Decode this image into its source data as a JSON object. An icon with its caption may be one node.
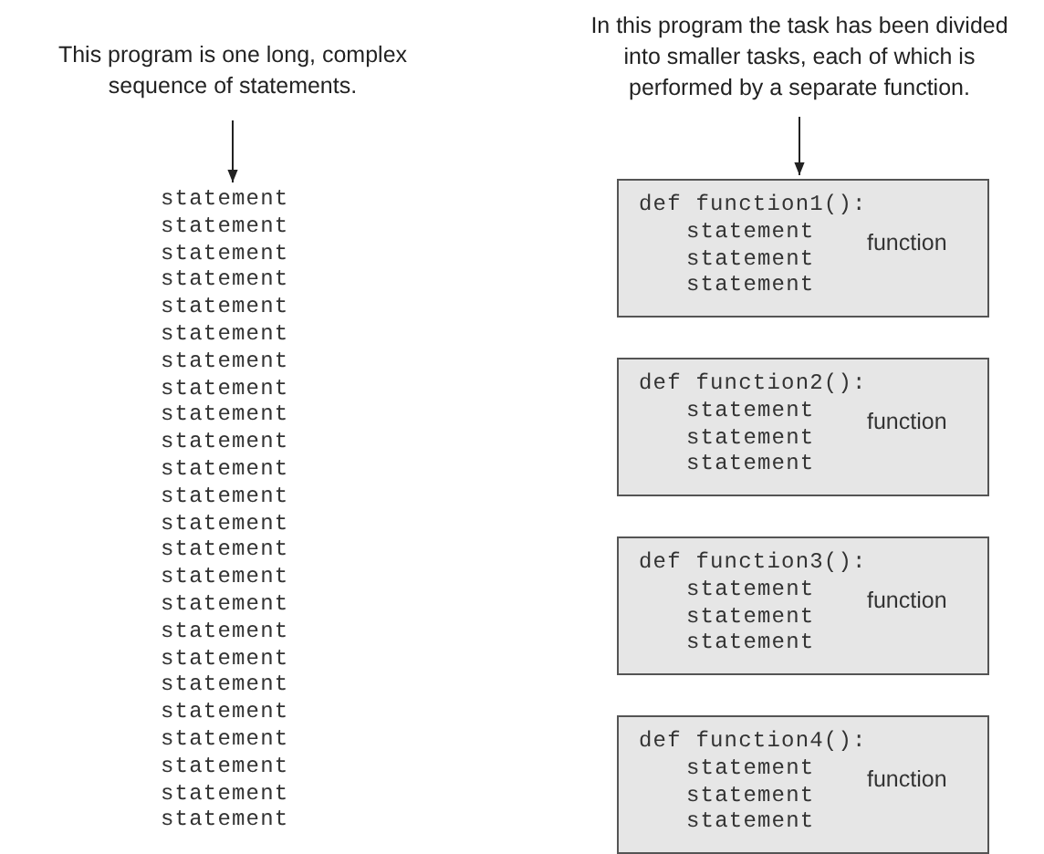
{
  "diagram": {
    "nodes": [
      {
        "text": [
          "This program is one long, complex sequence of statements."
        ]
      },
      {
        "text": [
          "statement",
          "statement",
          "statement",
          "statement",
          "statement",
          "statement",
          "statement",
          "statement",
          "statement",
          "statement",
          "statement",
          "statement",
          "statement",
          "statement",
          "statement",
          "statement",
          "statement",
          "statement",
          "statement",
          "statement",
          "statement",
          "statement",
          "statement",
          "statement"
        ]
      },
      {
        "text": [
          "In this program the task has been divided into smaller tasks, each of which is performed by a separate function."
        ]
      },
      {
        "text": [
          "def function1():",
          "statement",
          "statement",
          "statement",
          "function"
        ]
      },
      {
        "text": [
          "def function2():",
          "statement",
          "statement",
          "statement",
          "function"
        ]
      },
      {
        "text": [
          "def function3():",
          "statement",
          "statement",
          "statement",
          "function"
        ]
      },
      {
        "text": [
          "def function4():",
          "statement",
          "statement",
          "statement",
          "function"
        ]
      }
    ],
    "edges": [
      {
        "from": 0,
        "to": 1,
        "arrow": "to"
      },
      {
        "from": 2,
        "to": 3,
        "arrow": "to"
      }
    ]
  }
}
